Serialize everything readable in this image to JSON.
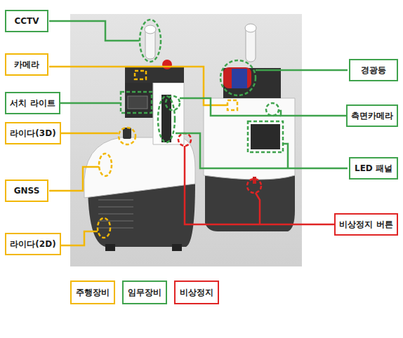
{
  "diagram": {
    "nodes": [
      {
        "text": [
          "CCTV"
        ]
      },
      {
        "text": [
          "카메라"
        ]
      },
      {
        "text": [
          "서치 라이트"
        ]
      },
      {
        "text": [
          "라이다(3D)"
        ]
      },
      {
        "text": [
          "GNSS"
        ]
      },
      {
        "text": [
          "라이다(2D)"
        ]
      },
      {
        "text": [
          "경광등"
        ]
      },
      {
        "text": [
          "측면카메라"
        ]
      },
      {
        "text": [
          "LED 패널"
        ]
      },
      {
        "text": [
          "비상정지 버튼"
        ]
      }
    ],
    "legend": [
      {
        "text": "주행장비",
        "color": "#f2b705"
      },
      {
        "text": "임무장비",
        "color": "#3fa34d"
      },
      {
        "text": "비상정지",
        "color": "#e02424"
      }
    ]
  }
}
